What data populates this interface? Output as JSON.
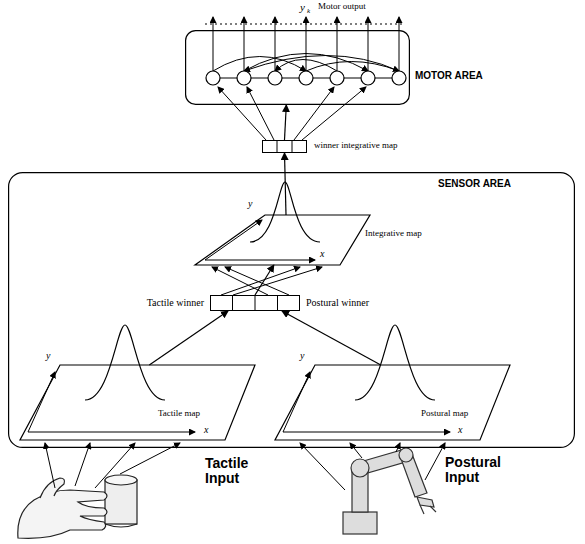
{
  "diagram": {
    "nodes": [
      {
        "text": [
          "MOTOR AREA"
        ]
      },
      {
        "text": [
          "winner integrative map"
        ]
      },
      {
        "text": [
          "SENSOR AREA"
        ]
      },
      {
        "text": [
          "Integrative map"
        ],
        "in": 2
      },
      {
        "text": [
          "Tactile winner",
          "Postural winner"
        ],
        "in": 2
      },
      {
        "text": [
          "Tactile map"
        ],
        "in": 2
      },
      {
        "text": [
          "Postural map"
        ],
        "in": 2
      }
    ],
    "edges": [
      {
        "from": 5,
        "to": 4,
        "arrow": "to"
      },
      {
        "from": 6,
        "to": 4,
        "arrow": "to"
      },
      {
        "from": 4,
        "to": 3,
        "arrow": "to"
      },
      {
        "from": 3,
        "to": 1,
        "arrow": "to"
      },
      {
        "from": 1,
        "to": 0,
        "arrow": "to"
      }
    ],
    "labels": [
      "y",
      "k",
      "Motor output",
      "y",
      "x",
      "y",
      "x",
      "y",
      "x",
      "Tactile Input",
      "Postural Input"
    ]
  }
}
